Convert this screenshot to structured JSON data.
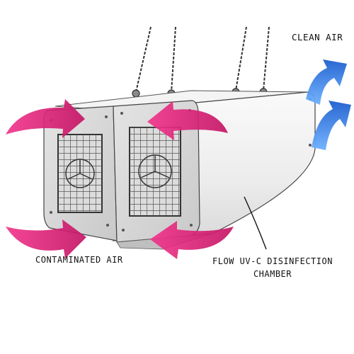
{
  "labels": {
    "clean_air": "CLEAN AIR",
    "contaminated_air": "CONTAMINATED AIR",
    "chamber_line1": "FLOW UV-C DISINFECTION",
    "chamber_line2": "CHAMBER"
  },
  "colors": {
    "contaminated_arrow": "#e8207a",
    "clean_arrow": "#2f6fd6",
    "housing": "#f2f2f2",
    "outline": "#333333"
  },
  "icons": {
    "fan": "fan-icon",
    "contaminated_arrow": "curved-arrow-pink",
    "clean_arrow": "curved-arrow-blue"
  }
}
